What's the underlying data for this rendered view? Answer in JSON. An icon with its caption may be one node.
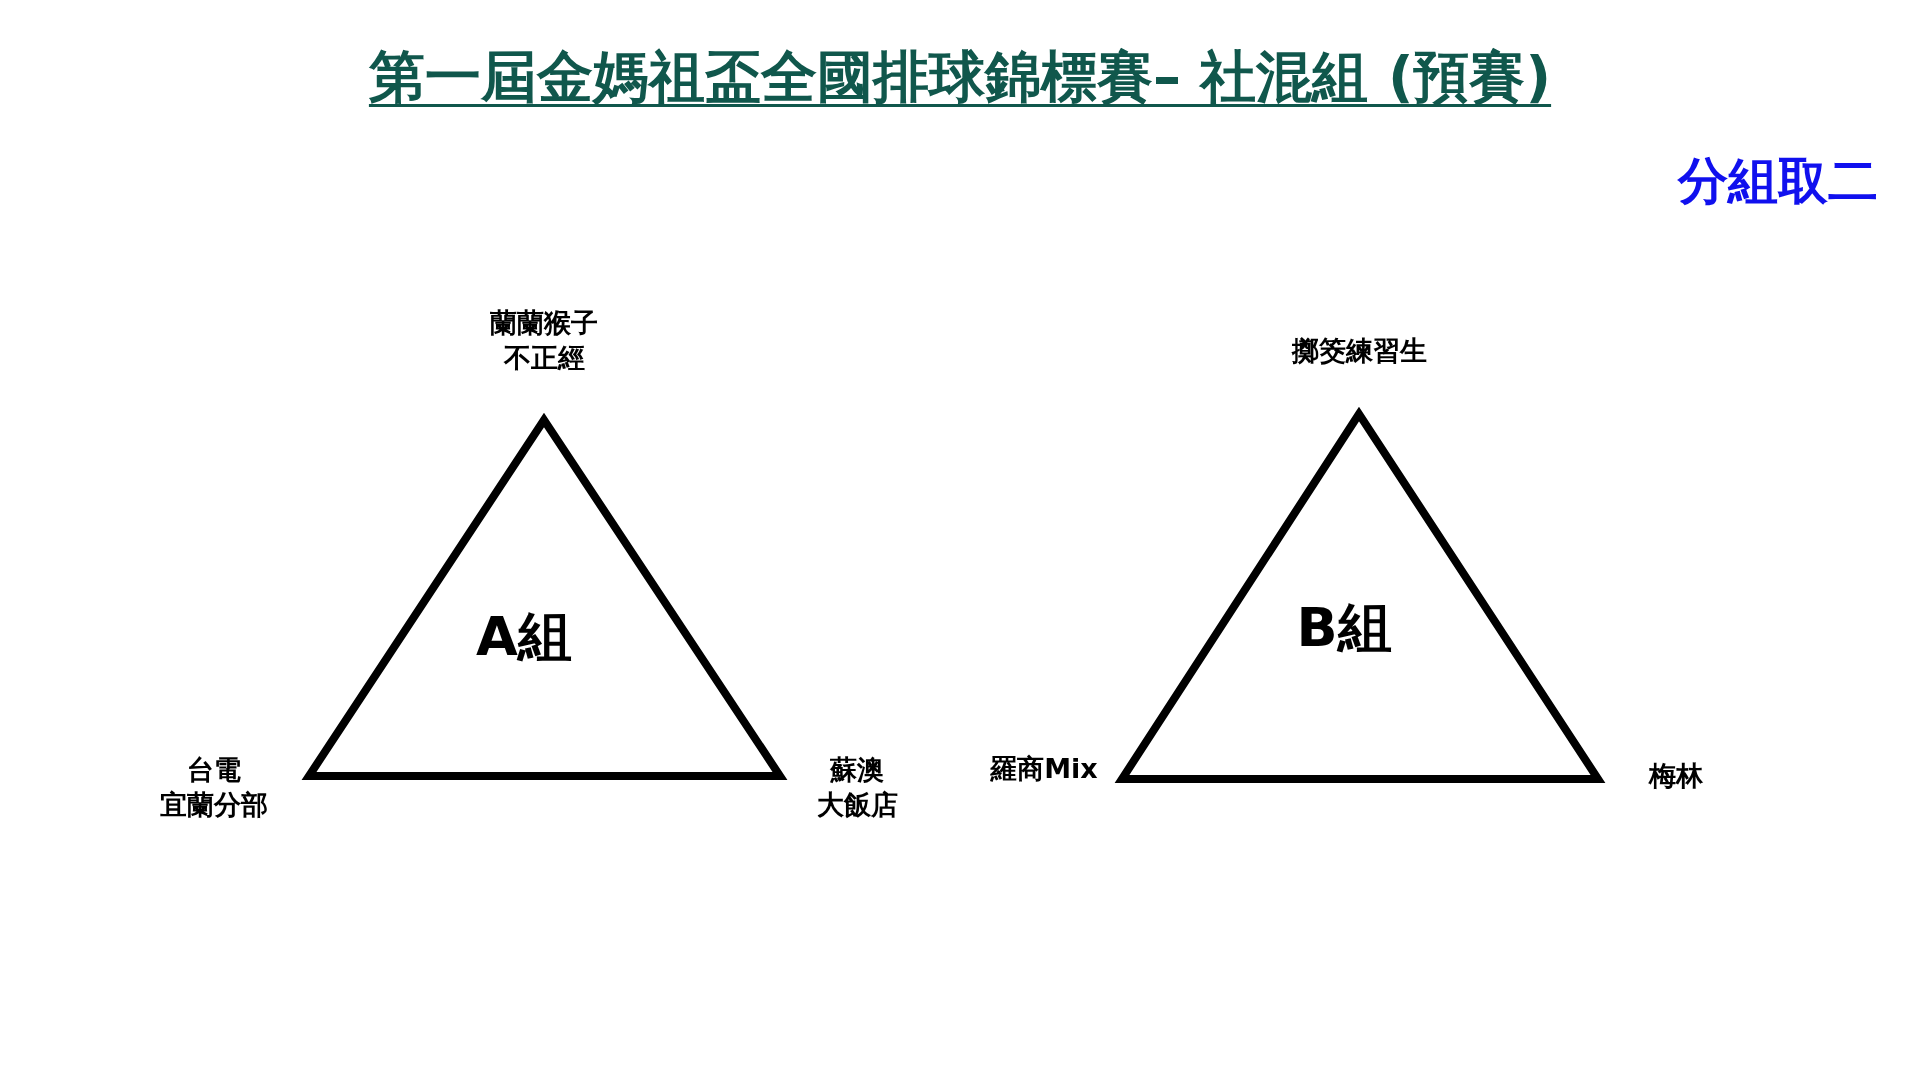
{
  "diagram": {
    "title": "第一屆金媽祖盃全國排球錦標賽– 社混組 (預賽)",
    "nodes": [
      {
        "text": [
          "A組"
        ],
        "beside": [
          "蘭蘭猴子不正經",
          "台電宜蘭分部",
          "蘇澳大飯店"
        ]
      },
      {
        "text": [
          "B組"
        ],
        "beside": [
          "擲筊練習生",
          "羅商Mix",
          "梅林"
        ]
      }
    ],
    "labels": [
      "分組取二"
    ]
  }
}
